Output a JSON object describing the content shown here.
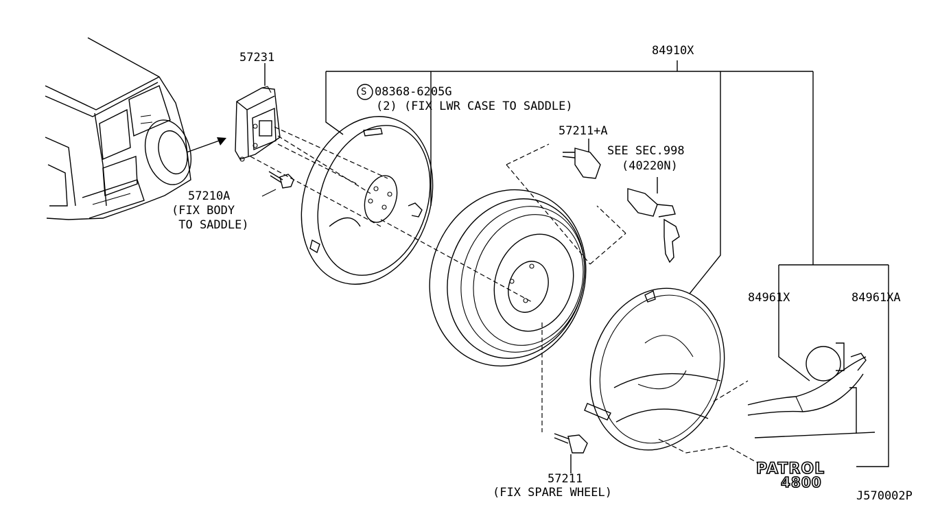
{
  "labels": {
    "bracket": "57231",
    "kit": "84910X",
    "bolt_part": "08368-6205G",
    "bolt_note": "(2) (FIX LWR CASE TO SADDLE)",
    "lock_part": "57211+A",
    "see_sec": "SEE SEC.998",
    "see_sec_ref": "(40220N)",
    "saddle_bolt": "57210A",
    "saddle_note_1": "(FIX BODY",
    "saddle_note_2": " TO SADDLE)",
    "cover_1": "84961X",
    "cover_2": "84961XA",
    "wheel_bolt": "57211",
    "wheel_bolt_note": "(FIX SPARE WHEEL)",
    "diagram_code": "J570002P"
  },
  "symbols": {
    "standard_part_mark": "S"
  },
  "logo": {
    "line_1": "PATROL",
    "line_2": "4800"
  },
  "icons": [
    "vehicle-rear-illustration",
    "saddle-bracket-drawing",
    "lower-case-drawing",
    "spare-wheel-drawing",
    "spare-tire-cover-drawing",
    "lock-cylinder-drawing",
    "key-drawing",
    "bolt-drawing",
    "cover-graphic-drawing",
    "patrol-logo"
  ]
}
